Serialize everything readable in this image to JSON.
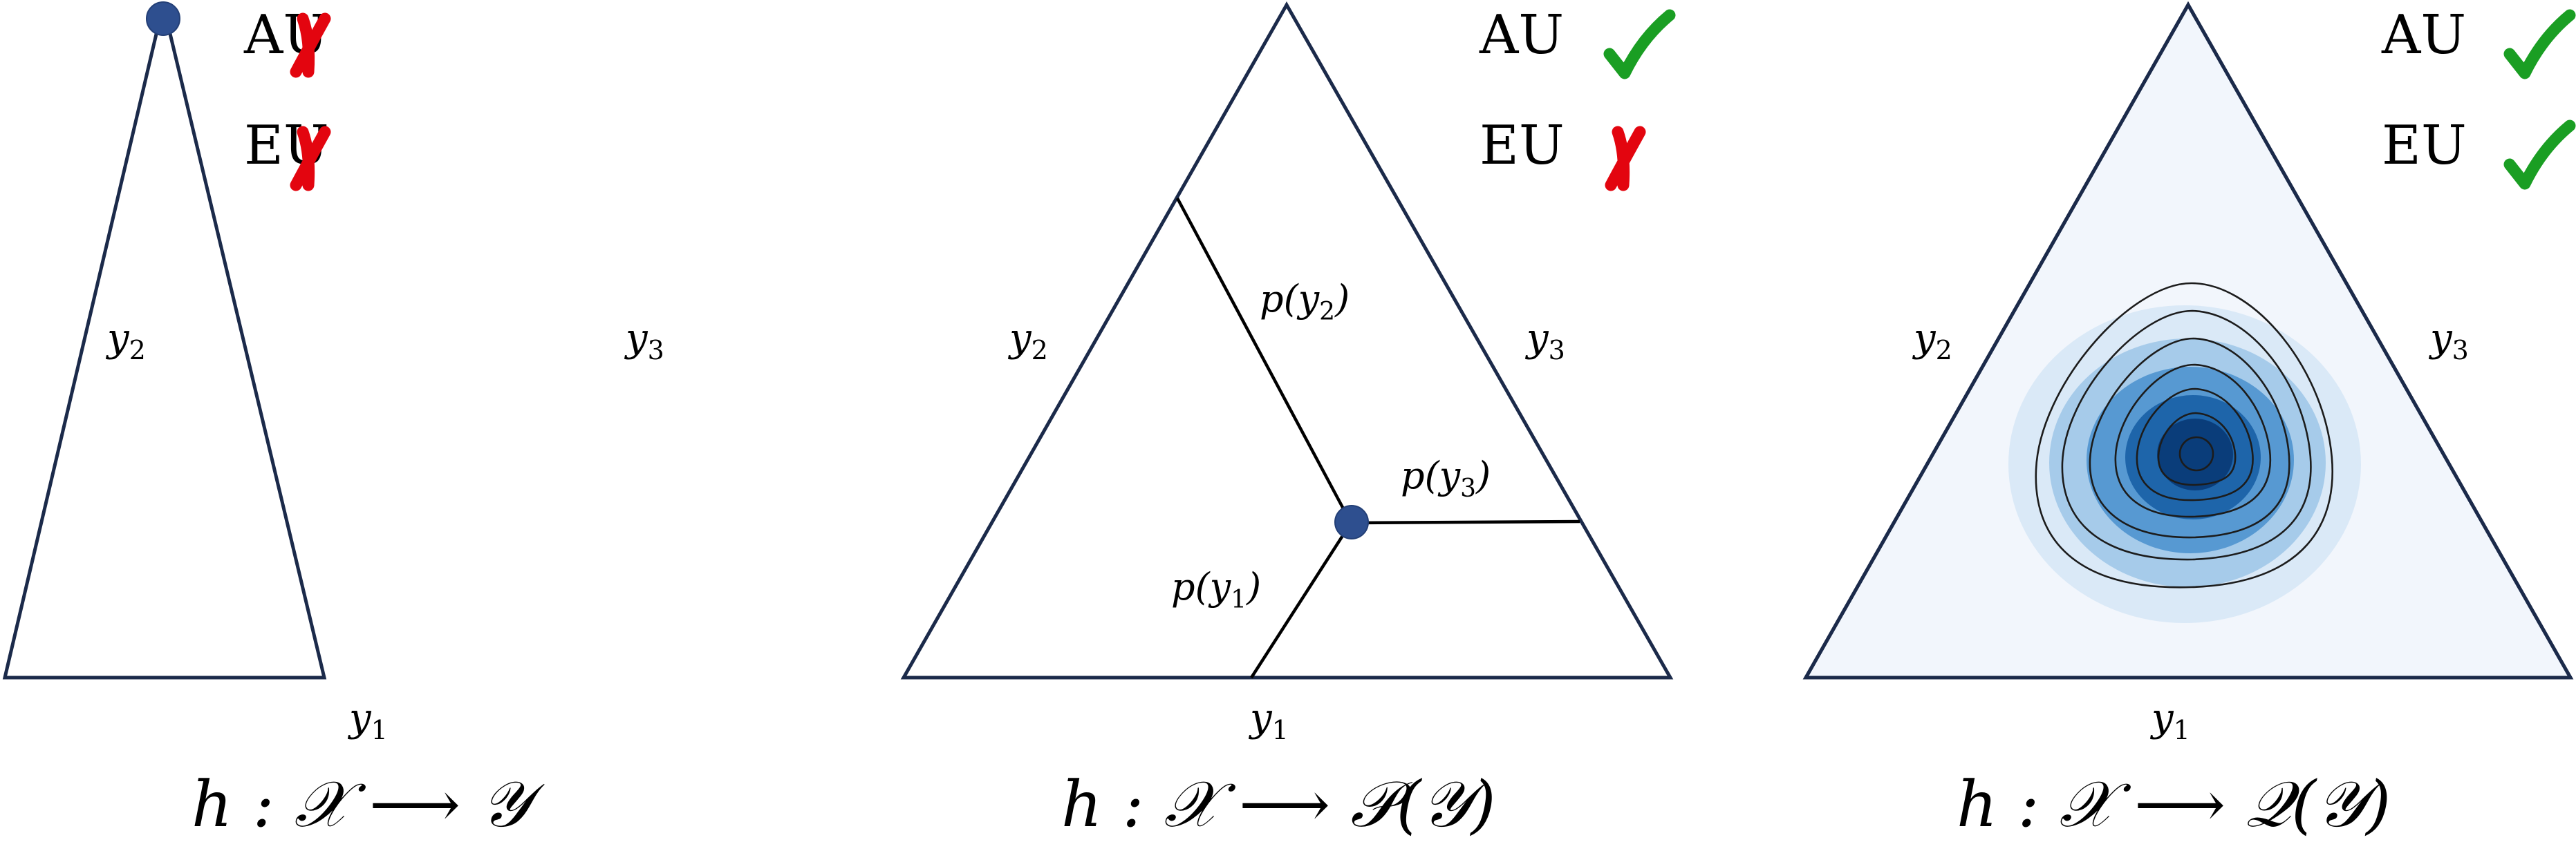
{
  "colors": {
    "triangle_edge": "#1b2a4a",
    "point": "#2e4f8f",
    "cross": "#e3050f",
    "check": "#1a9e23",
    "density_dark": "#08306b",
    "density_light": "#eff3ff"
  },
  "panels": [
    {
      "au_label": "AU",
      "au_mark": "cross-icon",
      "eu_label": "EU",
      "eu_mark": "cross-icon",
      "vertex_left": "y",
      "vertex_left_sub": "2",
      "vertex_right": "y",
      "vertex_right_sub": "3",
      "vertex_bottom": "y",
      "vertex_bottom_sub": "1",
      "formula": "h : 𝒳 ⟶ 𝒴"
    },
    {
      "au_label": "AU",
      "au_mark": "check-icon",
      "eu_label": "EU",
      "eu_mark": "cross-icon",
      "vertex_left": "y",
      "vertex_left_sub": "2",
      "vertex_right": "y",
      "vertex_right_sub": "3",
      "vertex_bottom": "y",
      "vertex_bottom_sub": "1",
      "prob_y1": "p(y",
      "prob_y1_sub": "1",
      "prob_y2": "p(y",
      "prob_y2_sub": "2",
      "prob_y3": "p(y",
      "prob_y3_sub": "3",
      "prob_close": ")",
      "formula": "h : 𝒳 ⟶ 𝒫(𝒴)"
    },
    {
      "au_label": "AU",
      "au_mark": "check-icon",
      "eu_label": "EU",
      "eu_mark": "check-icon",
      "vertex_left": "y",
      "vertex_left_sub": "2",
      "vertex_right": "y",
      "vertex_right_sub": "3",
      "vertex_bottom": "y",
      "vertex_bottom_sub": "1",
      "formula": "h : 𝒳 ⟶ 𝒬(𝒴)"
    }
  ]
}
